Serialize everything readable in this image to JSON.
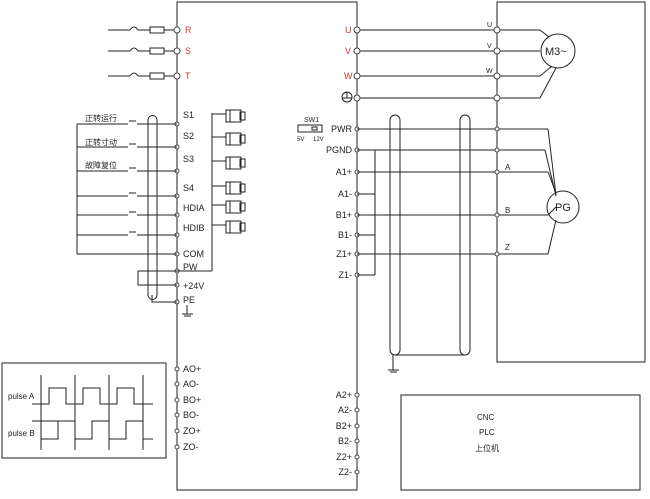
{
  "power_inputs": [
    "R",
    "S",
    "T"
  ],
  "motor_outputs": [
    "U",
    "V",
    "W"
  ],
  "motor_label": "M3~",
  "encoder_label": "PG",
  "switch": {
    "name": "SW1",
    "left": "5V",
    "right": "12V"
  },
  "digital_inputs": [
    "S1",
    "S2",
    "S3",
    "S4",
    "HDIA",
    "HDIB",
    "COM",
    "PW",
    "+24V",
    "PE"
  ],
  "input_functions": [
    "正转运行",
    "正转寸动",
    "故障复位"
  ],
  "encoder_terminals": [
    "PWR",
    "PGND",
    "A1+",
    "A1-",
    "B1+",
    "B1-",
    "Z1+",
    "Z1-"
  ],
  "encoder_signals": [
    "A",
    "B",
    "Z"
  ],
  "pulse_outputs": [
    "AO+",
    "AO-",
    "BO+",
    "BO-",
    "ZO+",
    "ZO-"
  ],
  "pulse_outputs2": [
    "A2+",
    "A2-",
    "B2+",
    "B2-",
    "Z2+",
    "Z2-"
  ],
  "controller": [
    "CNC",
    "PLC",
    "上位机"
  ],
  "pulse_labels": [
    "pulse A",
    "pulse B"
  ]
}
